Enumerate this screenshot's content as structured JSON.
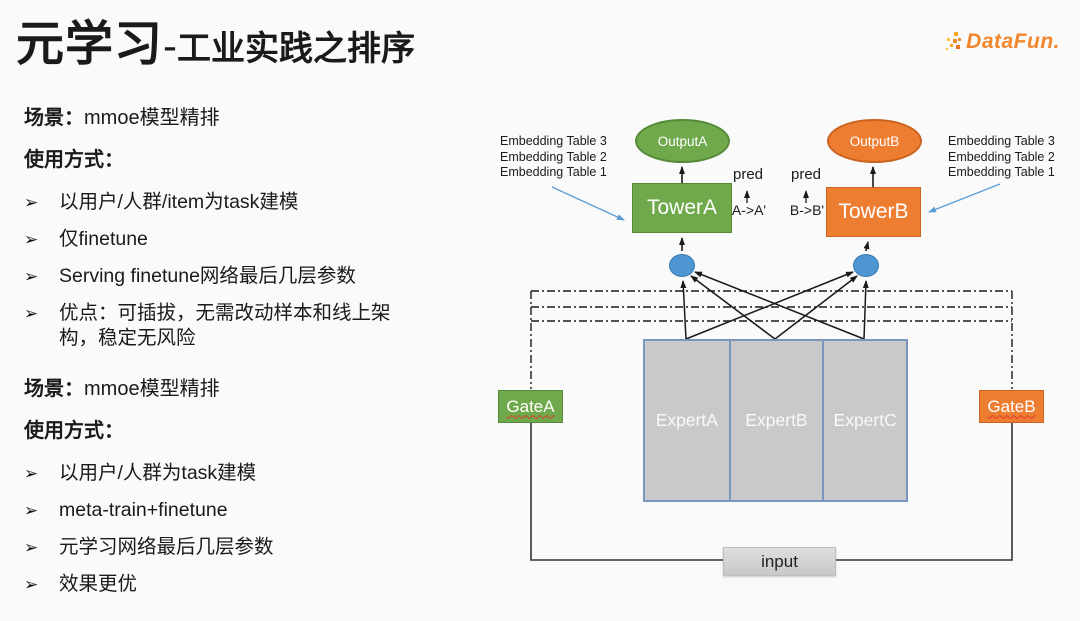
{
  "title": {
    "primary": "元学习",
    "separator": "-",
    "secondary": "工业实践之排序"
  },
  "logo": {
    "text": "DataFun."
  },
  "left_panel": {
    "bullet_glyph": "➢",
    "sections": [
      {
        "scene_label": "场景：",
        "scene_value": "mmoe模型精排",
        "usage_label": "使用方式：",
        "bullets": [
          "以用户/人群/item为task建模",
          "仅finetune",
          "Serving finetune网络最后几层参数",
          "优点：可插拔，无需改动样本和线上架构，稳定无风险"
        ]
      },
      {
        "scene_label": "场景：",
        "scene_value": "mmoe模型精排",
        "usage_label": "使用方式：",
        "bullets": [
          "以用户/人群为task建模",
          "meta-train+finetune",
          "元学习网络最后几层参数",
          "效果更优"
        ]
      }
    ]
  },
  "diagram": {
    "embedding_left": [
      "Embedding Table 3",
      "Embedding Table 2",
      "Embedding Table 1"
    ],
    "embedding_right": [
      "Embedding Table 3",
      "Embedding Table 2",
      "Embedding Table 1"
    ],
    "output_a": "OutputA",
    "output_b": "OutputB",
    "tower_a": "TowerA",
    "tower_b": "TowerB",
    "pred_left": {
      "label": "pred",
      "mapping": "A->A'"
    },
    "pred_right": {
      "label": "pred",
      "mapping": "B->B'"
    },
    "experts": [
      "ExpertA",
      "ExpertB",
      "ExpertC"
    ],
    "gate_a": "GateA",
    "gate_b": "GateB",
    "input_label": "input",
    "colors": {
      "green": "#6FA94C",
      "green_border": "#568A39",
      "orange": "#ED7D31",
      "orange_border": "#C96420",
      "blue_node": "#4D96D2",
      "blue_node_border": "#3579B1",
      "expert_fill": "#C9C9C9",
      "expert_border": "#7C96BE",
      "connector": "#1a1a1a",
      "blue_arrow": "#5B9BD5"
    }
  }
}
